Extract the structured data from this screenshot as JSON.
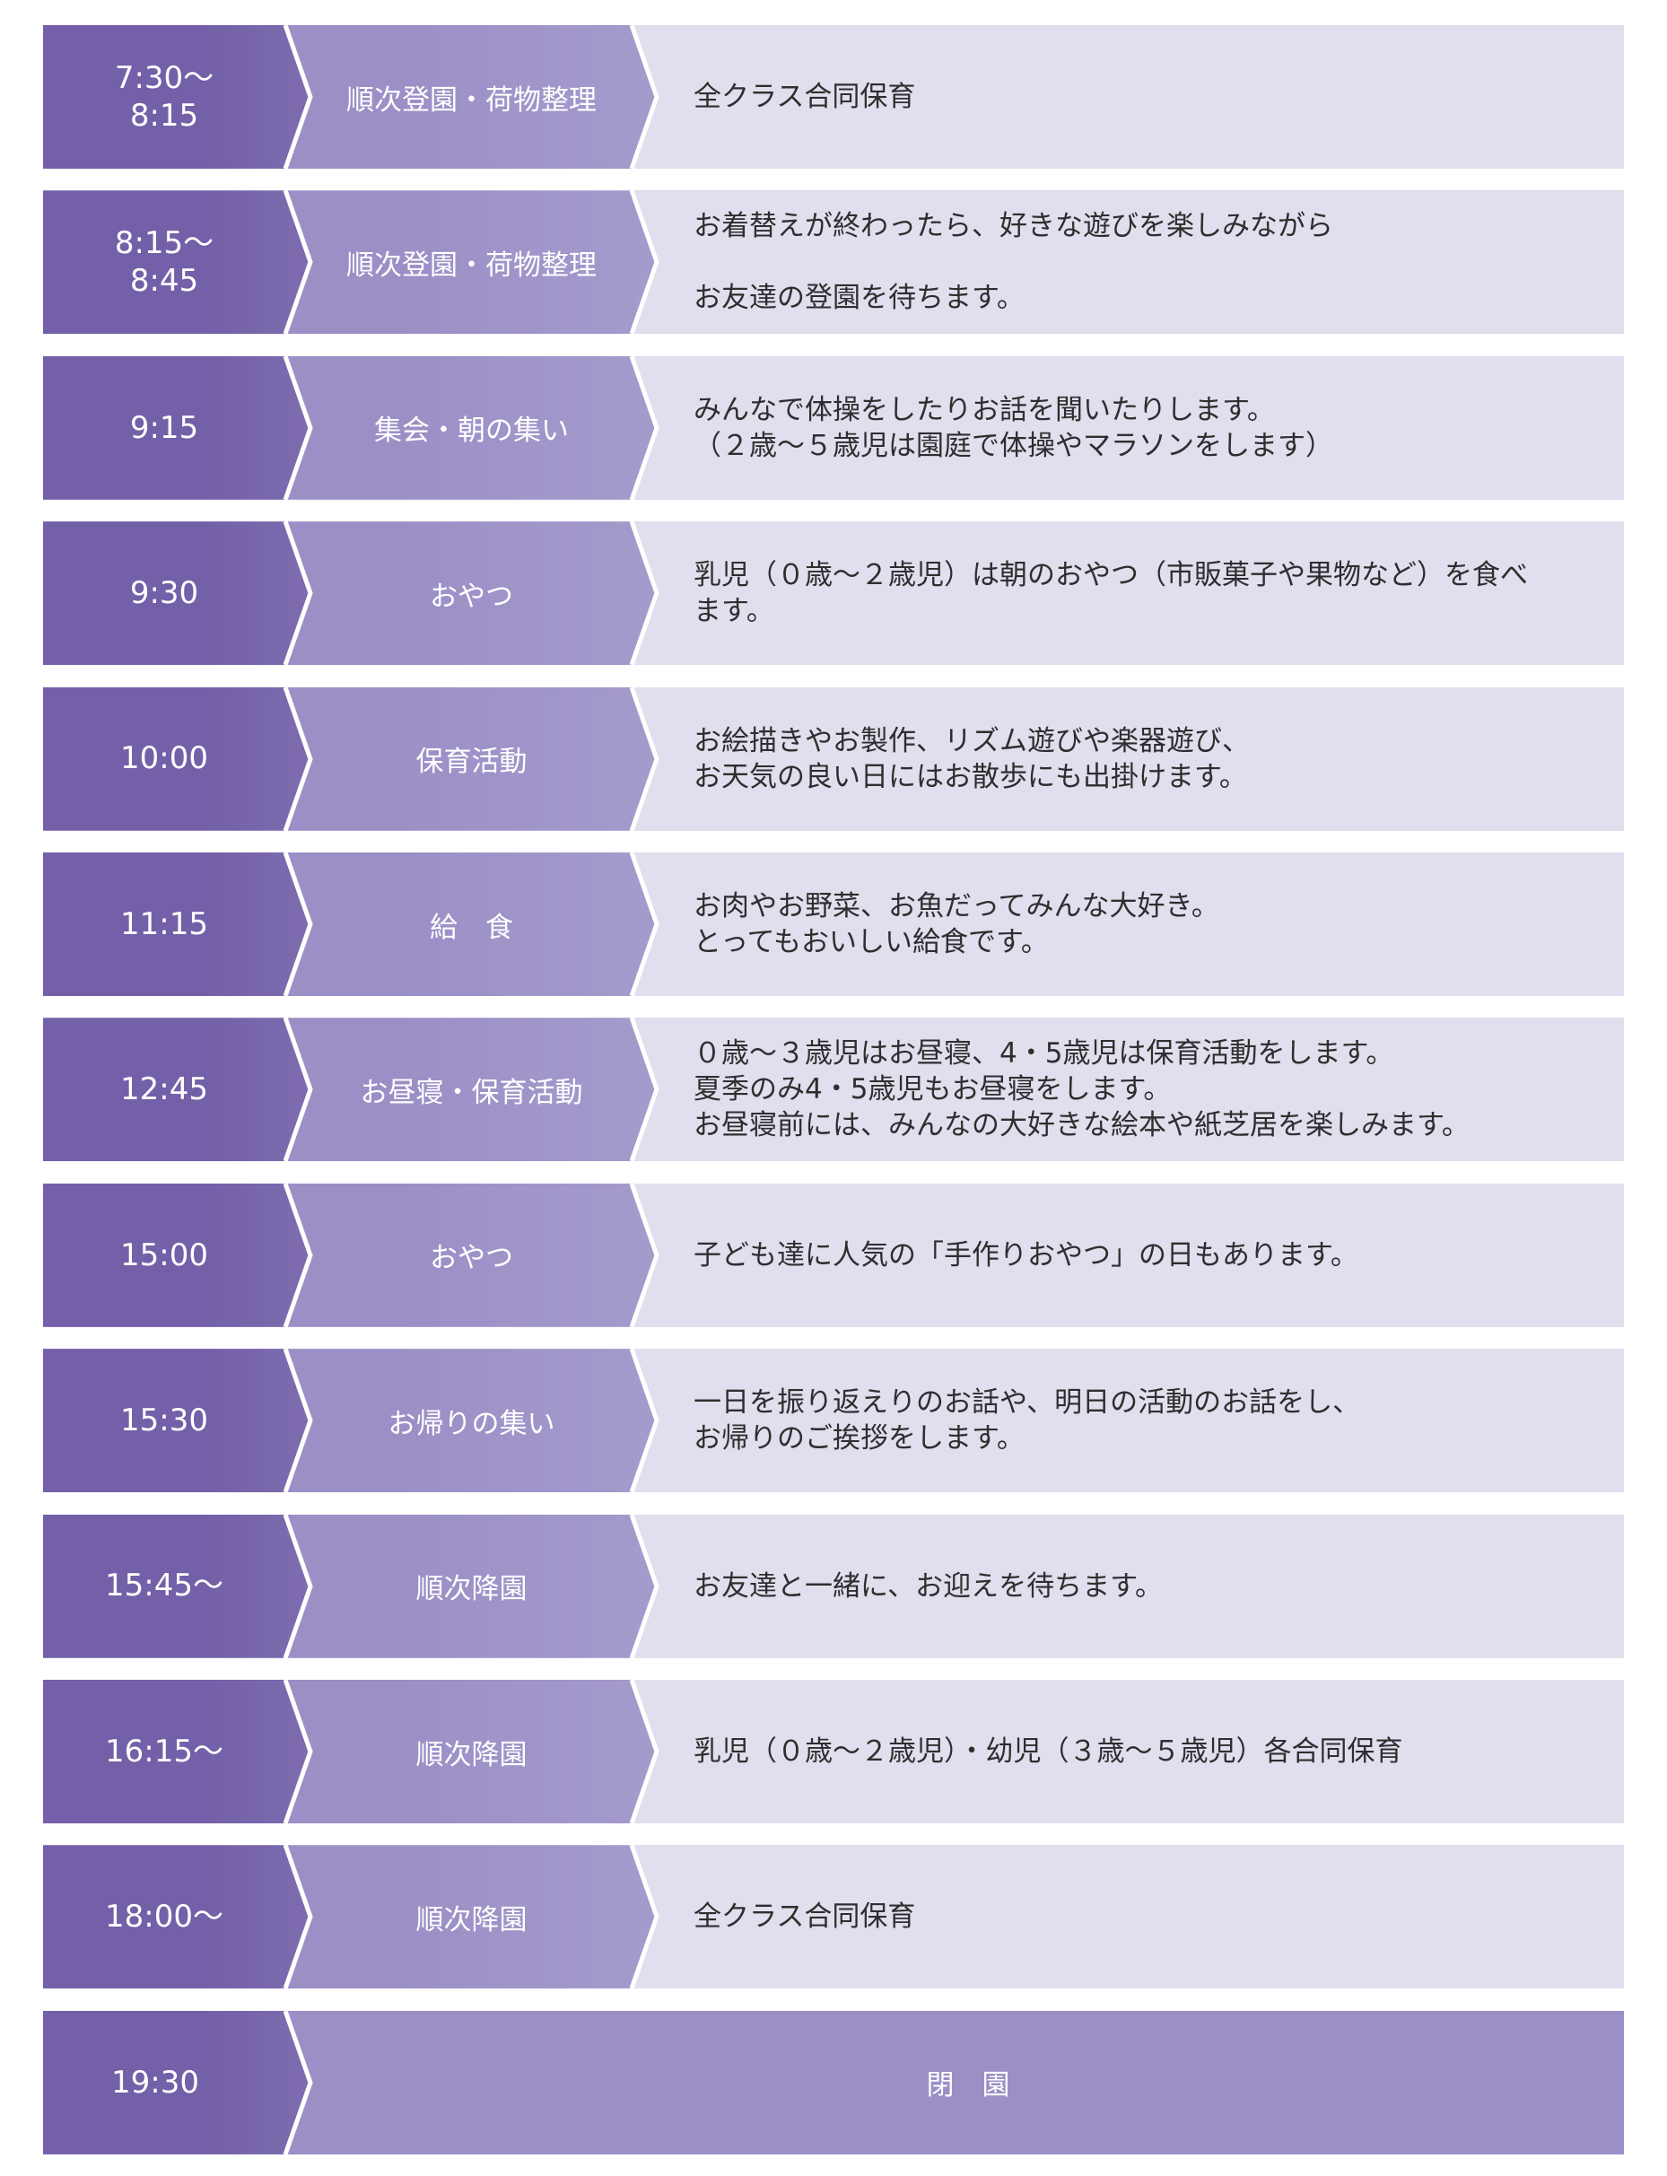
{
  "colors": {
    "time_bg": "#7360a8",
    "activity_bg": "#9b8fc6",
    "description_bg": "#e1deed",
    "chevron_stroke": "#ffffff",
    "light_text": "#ffffff",
    "dark_text": "#2e2e2e"
  },
  "schedule": [
    {
      "time": "7:30〜\n8:15",
      "activity": "順次登園・荷物整理",
      "description": [
        "全クラス合同保育"
      ]
    },
    {
      "time": "8:15〜\n8:45",
      "activity": "順次登園・荷物整理",
      "description": [
        "お着替えが終わったら、好きな遊びを楽しみながら",
        "",
        "お友達の登園を待ちます。"
      ]
    },
    {
      "time": "9:15",
      "activity": "集会・朝の集い",
      "description": [
        "みんなで体操をしたりお話を聞いたりします。",
        "（２歳〜５歳児は園庭で体操やマラソンをします）"
      ]
    },
    {
      "time": "9:30",
      "activity": "おやつ",
      "description": [
        "乳児（０歳〜２歳児）は朝のおやつ（市販菓子や果物など）を食べ",
        "ます。"
      ]
    },
    {
      "time": "10:00",
      "activity": "保育活動",
      "description": [
        "お絵描きやお製作、リズム遊びや楽器遊び、",
        "お天気の良い日にはお散歩にも出掛けます。"
      ]
    },
    {
      "time": "11:15",
      "activity": "給　食",
      "description": [
        "お肉やお野菜、お魚だってみんな大好き。",
        "とってもおいしい給食です。"
      ]
    },
    {
      "time": "12:45",
      "activity": "お昼寝・保育活動",
      "description": [
        "０歳〜３歳児はお昼寝、4・5歳児は保育活動をします。",
        "夏季のみ4・5歳児もお昼寝をします。",
        "お昼寝前には、みんなの大好きな絵本や紙芝居を楽しみます。"
      ]
    },
    {
      "time": "15:00",
      "activity": "おやつ",
      "description": [
        "子ども達に人気の「手作りおやつ」の日もあります。"
      ]
    },
    {
      "time": "15:30",
      "activity": "お帰りの集い",
      "description": [
        "一日を振り返えりのお話や、明日の活動のお話をし、",
        "お帰りのご挨拶をします。"
      ]
    },
    {
      "time": "15:45〜",
      "activity": "順次降園",
      "description": [
        "お友達と一緒に、お迎えを待ちます。"
      ]
    },
    {
      "time": "16:15〜",
      "activity": "順次降園",
      "description": [
        "乳児（０歳〜２歳児）・幼児（３歳〜５歳児）各合同保育"
      ]
    },
    {
      "time": "18:00〜",
      "activity": "順次降園",
      "description": [
        "全クラス合同保育"
      ]
    }
  ],
  "closing": {
    "time": "19:30",
    "label": "閉　園"
  }
}
